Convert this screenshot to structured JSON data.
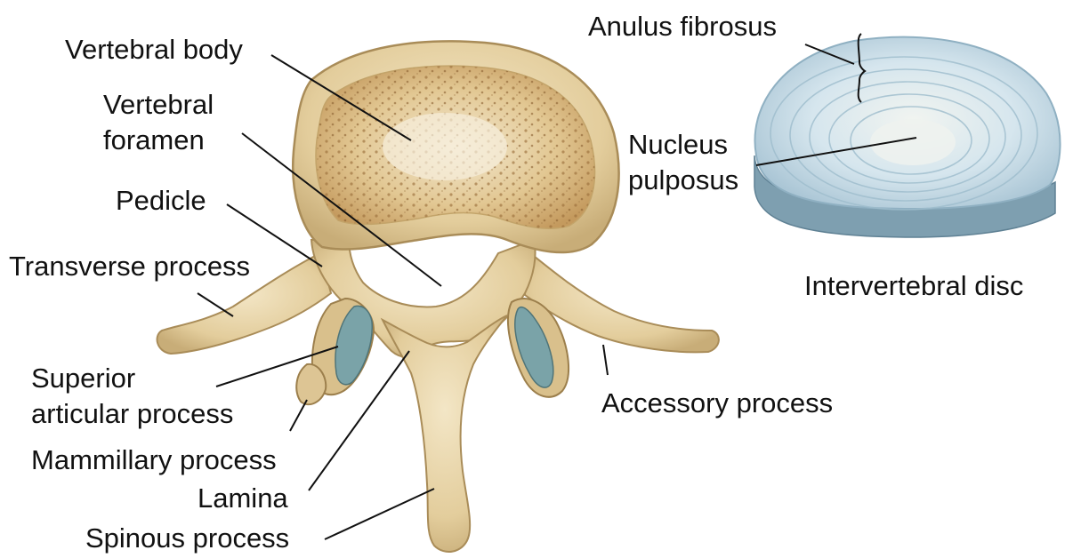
{
  "labels": {
    "vertebral_body": "Vertebral body",
    "vertebral_foramen_line1": "Vertebral",
    "vertebral_foramen_line2": "foramen",
    "pedicle": "Pedicle",
    "transverse_process": "Transverse process",
    "superior_articular_line1": "Superior",
    "superior_articular_line2": "articular process",
    "mammillary_process": "Mammillary process",
    "lamina": "Lamina",
    "spinous_process": "Spinous process",
    "accessory_process": "Accessory process",
    "anulus_fibrosus": "Anulus fibrosus",
    "nucleus_pulposus_line1": "Nucleus",
    "nucleus_pulposus_line2": "pulposus",
    "disc_caption": "Intervertebral disc"
  },
  "colors": {
    "bone": "#e6d3a8",
    "bone_shadow": "#b89e6c",
    "cancellous": "#c9a56a",
    "articular_facet": "#7aa3a8",
    "disc_light": "#eaf2f6",
    "disc_ring": "#a9c6d6",
    "disc_side": "#7e9fb0"
  }
}
